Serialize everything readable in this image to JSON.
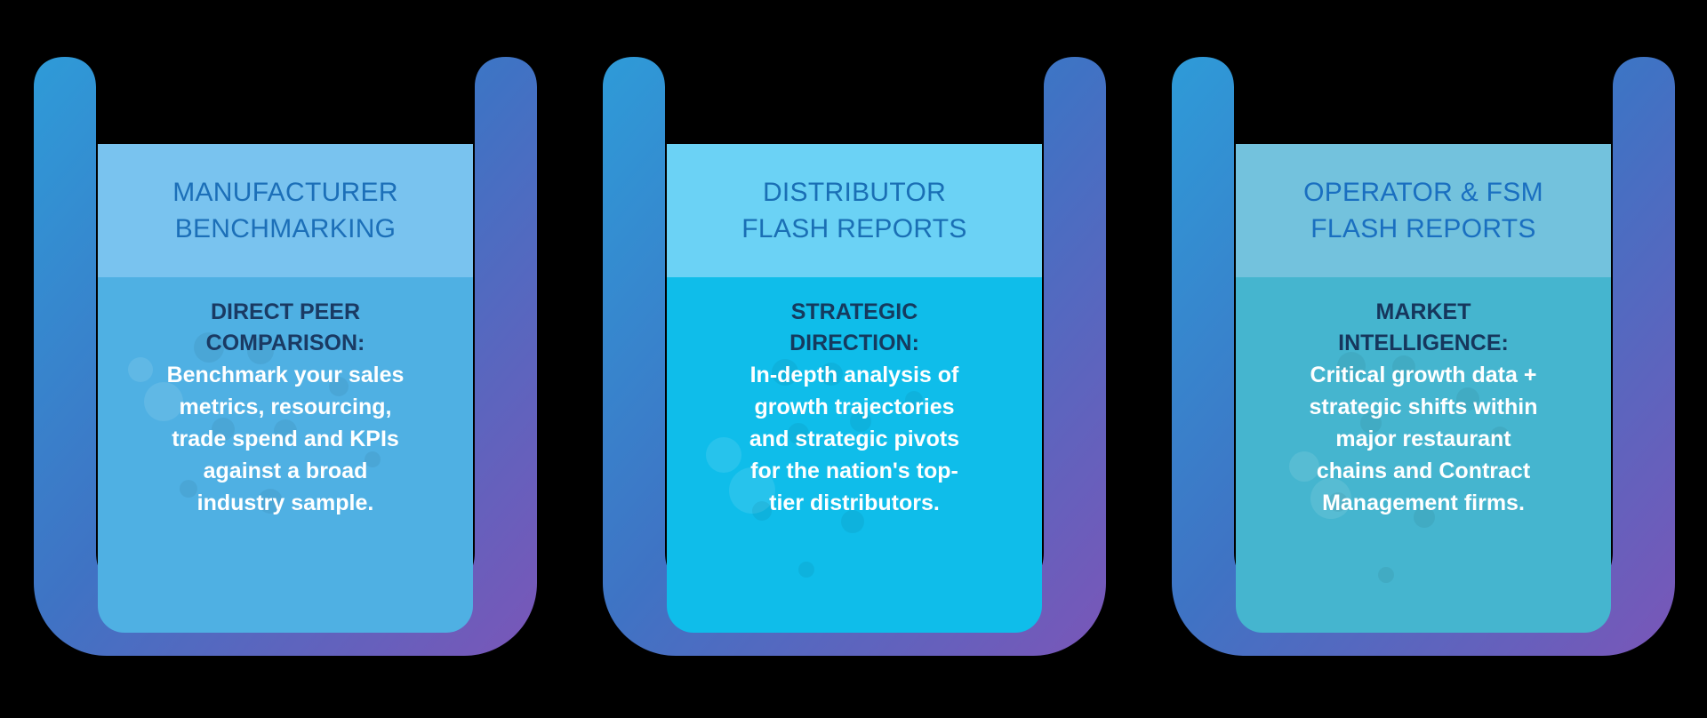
{
  "background_color": "#000000",
  "cards": [
    {
      "id": "manufacturer-benchmarking",
      "title_lines": [
        "MANUFACTURER",
        "BENCHMARKING"
      ],
      "lead_lines": [
        "DIRECT PEER",
        "COMPARISON:"
      ],
      "body_lines": [
        "Benchmark your sales",
        "metrics, resourcing,",
        "trade spend and KPIs",
        "against a broad",
        "industry sample."
      ],
      "colors": {
        "header_bg": "#79c3ef",
        "header_text": "#1c6fb8",
        "body_bg": "#4fb0e3",
        "lead_text": "#1a3a63",
        "body_text": "#ffffff",
        "handle_top": "#2e9bd8",
        "handle_bottom": "#6f5fbf"
      }
    },
    {
      "id": "distributor-flash-reports",
      "title_lines": [
        "DISTRIBUTOR",
        "FLASH REPORTS"
      ],
      "lead_lines": [
        "STRATEGIC",
        "DIRECTION:"
      ],
      "body_lines": [
        "In-depth analysis of",
        "growth trajectories",
        "and strategic pivots",
        "for the nation's top-",
        "tier distributors."
      ],
      "colors": {
        "header_bg": "#6bd2f5",
        "header_text": "#1a6fb5",
        "body_bg": "#0fbdea",
        "lead_text": "#153a5e",
        "body_text": "#ffffff",
        "handle_top": "#2e9bd8",
        "handle_bottom": "#6f5fbf"
      }
    },
    {
      "id": "operator-fsm-flash-reports",
      "title_lines": [
        "OPERATOR & FSM",
        "FLASH REPORTS"
      ],
      "lead_lines": [
        "MARKET",
        "INTELLIGENCE:"
      ],
      "body_lines": [
        "Critical growth data +",
        "strategic shifts within",
        "major restaurant",
        "chains and Contract",
        "Management firms."
      ],
      "colors": {
        "header_bg": "#73c2dd",
        "header_text": "#1a6fc0",
        "body_bg": "#45b5cf",
        "lead_text": "#16365c",
        "body_text": "#ffffff",
        "handle_top": "#2e9bd8",
        "handle_bottom": "#6f5fbf"
      }
    }
  ]
}
